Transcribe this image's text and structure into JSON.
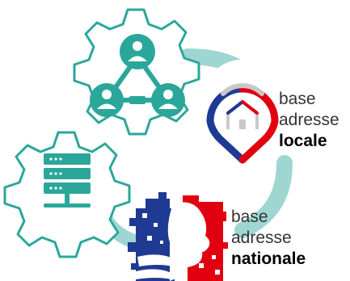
{
  "base_locale": {
    "line1": "base",
    "line2": "adresse",
    "line3": "locale"
  },
  "base_nationale": {
    "line1": "base",
    "line2": "adresse",
    "line3": "nationale"
  },
  "colors": {
    "teal": "#2aa79a",
    "cycle_arrow": "#9fd6d1",
    "gear_stroke": "#2aa79a",
    "blue": "#1f3a93",
    "red": "#e1000f",
    "grey": "#c8c8c8"
  },
  "icons": {
    "collaboration_gear": "people-network-icon",
    "server_gear": "server-icon",
    "local_pin": "map-pin-house-icon",
    "national_logo": "marianne-logo-icon",
    "cycle": "circular-arrow-icon"
  }
}
